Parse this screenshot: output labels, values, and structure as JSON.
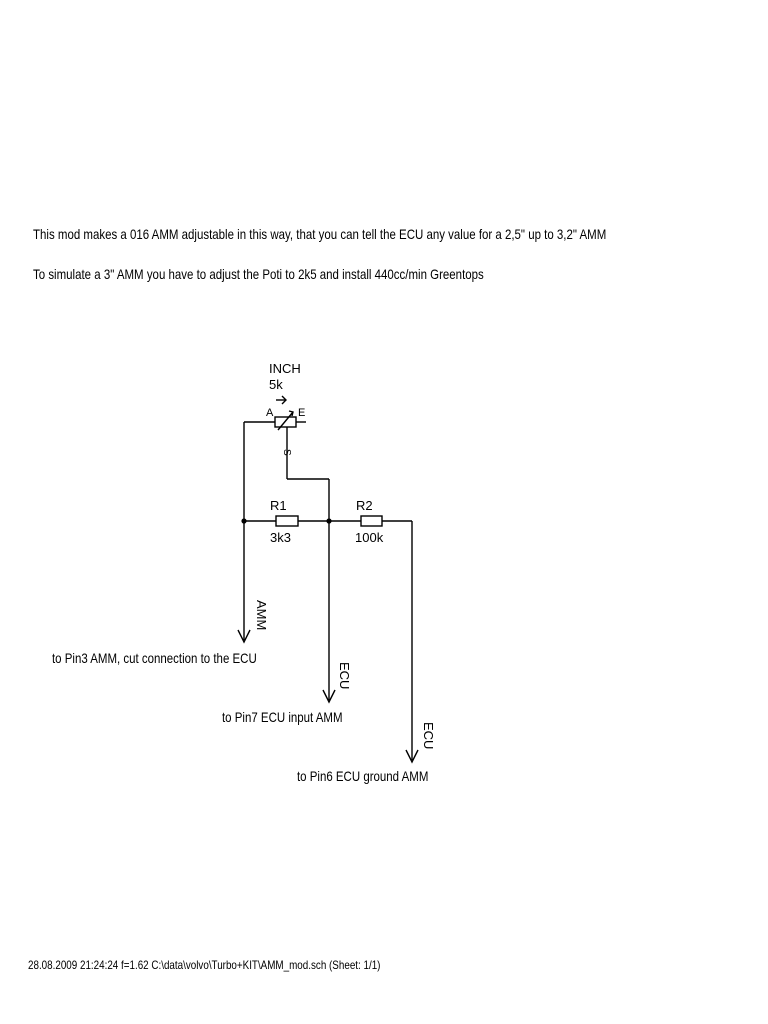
{
  "header": {
    "line1": "This mod makes a 016 AMM adjustable in this way, that you can tell the ECU any value for a 2,5\" up to 3,2\" AMM",
    "line2": "To simulate a 3\" AMM you have to adjust the Poti to 2k5 and install 440cc/min Greentops"
  },
  "diagram": {
    "pot": {
      "name": "INCH",
      "value": "5k",
      "pin_a": "A",
      "pin_e": "E",
      "pin_s": "S"
    },
    "r1": {
      "name": "R1",
      "value": "3k3"
    },
    "r2": {
      "name": "R2",
      "value": "100k"
    },
    "amm_port": {
      "symbol": "AMM",
      "note": "to Pin3 AMM, cut connection to the ECU"
    },
    "ecu_input_port": {
      "symbol": "ECU",
      "note": "to Pin7 ECU input AMM"
    },
    "ecu_ground_port": {
      "symbol": "ECU",
      "note": "to Pin6 ECU ground AMM"
    }
  },
  "footer": {
    "text": "28.08.2009 21:24:24   f=1.62  C:\\data\\volvo\\Turbo+KIT\\AMM_mod.sch (Sheet: 1/1)"
  }
}
